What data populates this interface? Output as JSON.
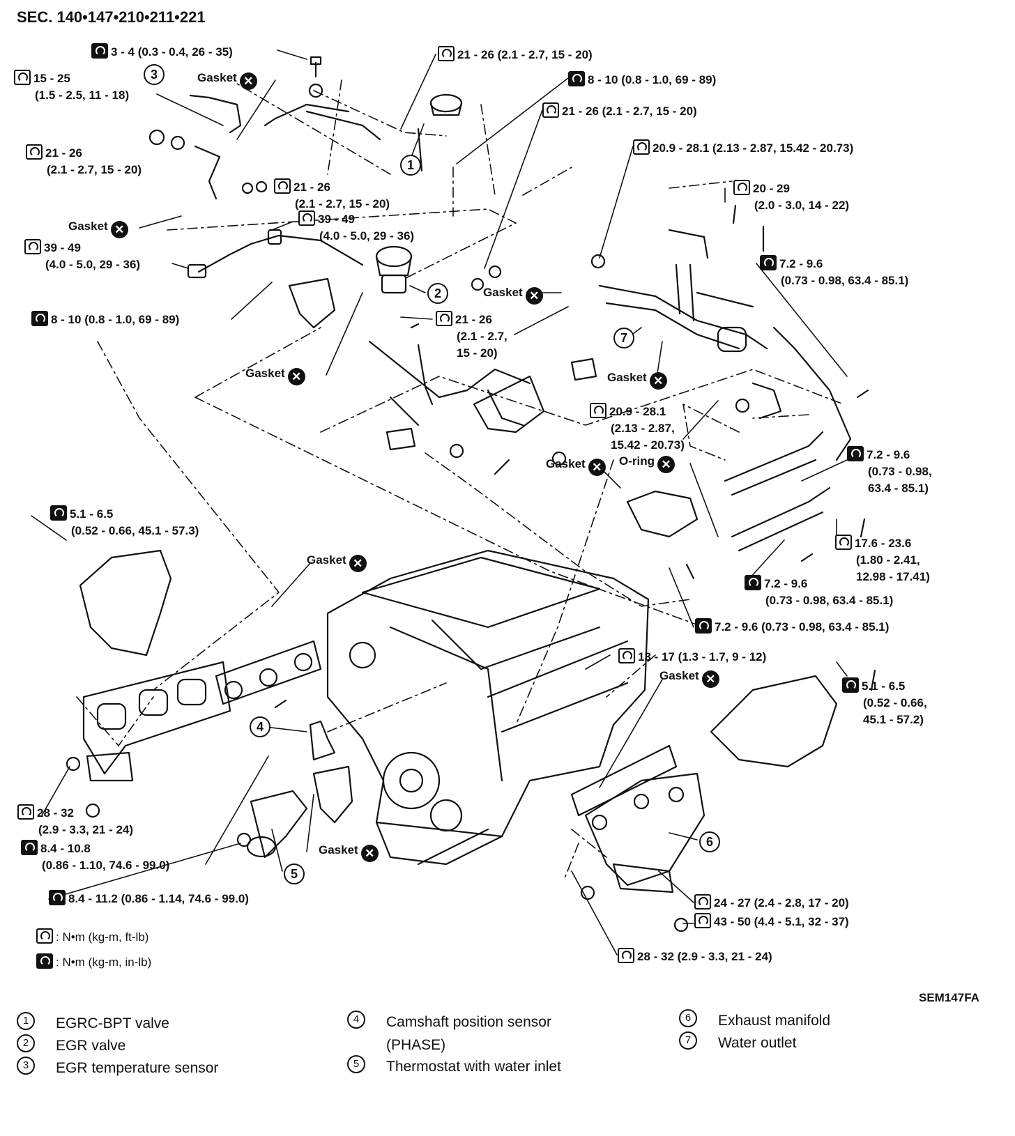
{
  "title": "SEC. 140•147•210•211•221",
  "code": "SEM147FA",
  "gasket_text": "Gasket",
  "oring_text": "O-ring",
  "torque_labels": [
    {
      "id": "t1",
      "icon": "torque-ftlb",
      "lines": [
        "21 - 26 (2.1 - 2.7, 15 - 20)"
      ]
    },
    {
      "id": "t2",
      "icon": "torque-inlb",
      "lines": [
        "3 - 4 (0.3 - 0.4, 26 - 35)"
      ]
    },
    {
      "id": "t3",
      "icon": "torque-ftlb",
      "lines": [
        "15 - 25",
        "(1.5 - 2.5, 11 - 18)"
      ]
    },
    {
      "id": "t4",
      "icon": "torque-inlb",
      "lines": [
        "8 - 10 (0.8 - 1.0, 69 - 89)"
      ]
    },
    {
      "id": "t5",
      "icon": "torque-ftlb",
      "lines": [
        "21 - 26 (2.1 - 2.7, 15 - 20)"
      ]
    },
    {
      "id": "t6",
      "icon": "torque-ftlb",
      "lines": [
        "21 - 26",
        "(2.1 - 2.7, 15 - 20)"
      ]
    },
    {
      "id": "t7",
      "icon": "torque-ftlb",
      "lines": [
        "20.9 - 28.1 (2.13 - 2.87, 15.42 - 20.73)"
      ]
    },
    {
      "id": "t8",
      "icon": "torque-ftlb",
      "lines": [
        "21 - 26",
        "(2.1 - 2.7, 15 - 20)"
      ]
    },
    {
      "id": "t9",
      "icon": "torque-ftlb",
      "lines": [
        "20 - 29",
        "(2.0 - 3.0, 14 - 22)"
      ]
    },
    {
      "id": "t10",
      "icon": "torque-ftlb",
      "lines": [
        "39 - 49",
        "(4.0 - 5.0, 29 - 36)"
      ]
    },
    {
      "id": "t11",
      "icon": "torque-ftlb",
      "lines": [
        "39 - 49",
        "(4.0 - 5.0, 29 - 36)"
      ]
    },
    {
      "id": "t12",
      "icon": "torque-inlb",
      "lines": [
        "7.2 - 9.6",
        "(0.73 - 0.98, 63.4 - 85.1)"
      ]
    },
    {
      "id": "t13",
      "icon": "torque-inlb",
      "lines": [
        "8 - 10 (0.8 - 1.0, 69 - 89)"
      ]
    },
    {
      "id": "t14",
      "icon": "torque-ftlb",
      "lines": [
        "21 - 26",
        "(2.1 - 2.7,",
        "15 - 20)"
      ]
    },
    {
      "id": "t15",
      "icon": "torque-ftlb",
      "lines": [
        "20.9 - 28.1",
        "(2.13 - 2.87,",
        "15.42 - 20.73)"
      ]
    },
    {
      "id": "t16",
      "icon": "torque-inlb",
      "lines": [
        "7.2 - 9.6",
        "(0.73 - 0.98,",
        "63.4 - 85.1)"
      ]
    },
    {
      "id": "t17",
      "icon": "torque-inlb",
      "lines": [
        "5.1 - 6.5",
        "(0.52 - 0.66, 45.1 - 57.3)"
      ]
    },
    {
      "id": "t18",
      "icon": "torque-ftlb",
      "lines": [
        "17.6 - 23.6",
        "(1.80 - 2.41,",
        "12.98 - 17.41)"
      ]
    },
    {
      "id": "t19",
      "icon": "torque-inlb",
      "lines": [
        "7.2 - 9.6",
        "(0.73 - 0.98, 63.4 - 85.1)"
      ]
    },
    {
      "id": "t20",
      "icon": "torque-inlb",
      "lines": [
        "7.2 - 9.6 (0.73 - 0.98, 63.4 - 85.1)"
      ]
    },
    {
      "id": "t21",
      "icon": "torque-ftlb",
      "lines": [
        "13 - 17 (1.3 - 1.7, 9 - 12)"
      ]
    },
    {
      "id": "t22",
      "icon": "torque-inlb",
      "lines": [
        "5.1 - 6.5",
        "(0.52 - 0.66,",
        "45.1 - 57.2)"
      ]
    },
    {
      "id": "t23",
      "icon": "torque-ftlb",
      "lines": [
        "28 - 32",
        "(2.9 - 3.3, 21 - 24)"
      ]
    },
    {
      "id": "t24",
      "icon": "torque-inlb",
      "lines": [
        "8.4 - 10.8",
        "(0.86 - 1.10, 74.6 - 99.0)"
      ]
    },
    {
      "id": "t25",
      "icon": "torque-inlb",
      "lines": [
        "8.4 - 11.2 (0.86 - 1.14, 74.6 - 99.0)"
      ]
    },
    {
      "id": "t26",
      "icon": "torque-ftlb",
      "lines": [
        "24 - 27 (2.4 - 2.8, 17 - 20)"
      ]
    },
    {
      "id": "t27",
      "icon": "torque-ftlb",
      "lines": [
        "43 - 50 (4.4 - 5.1, 32 - 37)"
      ]
    },
    {
      "id": "t28",
      "icon": "torque-ftlb",
      "lines": [
        "28 - 32 (2.9 - 3.3, 21 - 24)"
      ]
    }
  ],
  "callouts": [
    "1",
    "2",
    "3",
    "4",
    "5",
    "6",
    "7"
  ],
  "unit_key": [
    {
      "icon": "torque-ftlb",
      "text": ": N•m (kg-m, ft-lb)"
    },
    {
      "icon": "torque-inlb",
      "text": ": N•m (kg-m, in-lb)"
    }
  ],
  "legend": [
    {
      "num": "1",
      "text": "EGRC-BPT valve"
    },
    {
      "num": "2",
      "text": "EGR valve"
    },
    {
      "num": "3",
      "text": "EGR temperature sensor"
    },
    {
      "num": "4",
      "text": "Camshaft position sensor\n(PHASE)"
    },
    {
      "num": "5",
      "text": "Thermostat with water inlet"
    },
    {
      "num": "6",
      "text": "Exhaust manifold"
    },
    {
      "num": "7",
      "text": "Water outlet"
    }
  ]
}
